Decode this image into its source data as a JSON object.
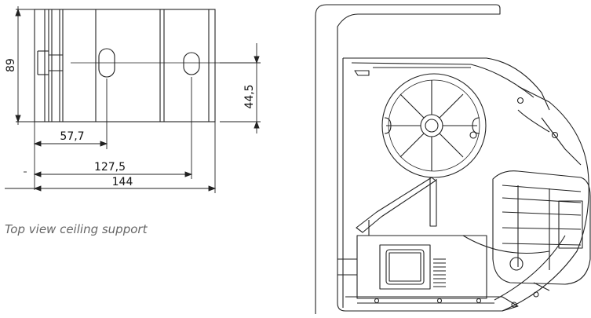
{
  "dimensions": {
    "height_89": "89",
    "half_height": "44,5",
    "offset_57_7": "57,7",
    "hole_distance": "127,5",
    "total_width": "144"
  },
  "caption": "Top view ceiling support"
}
